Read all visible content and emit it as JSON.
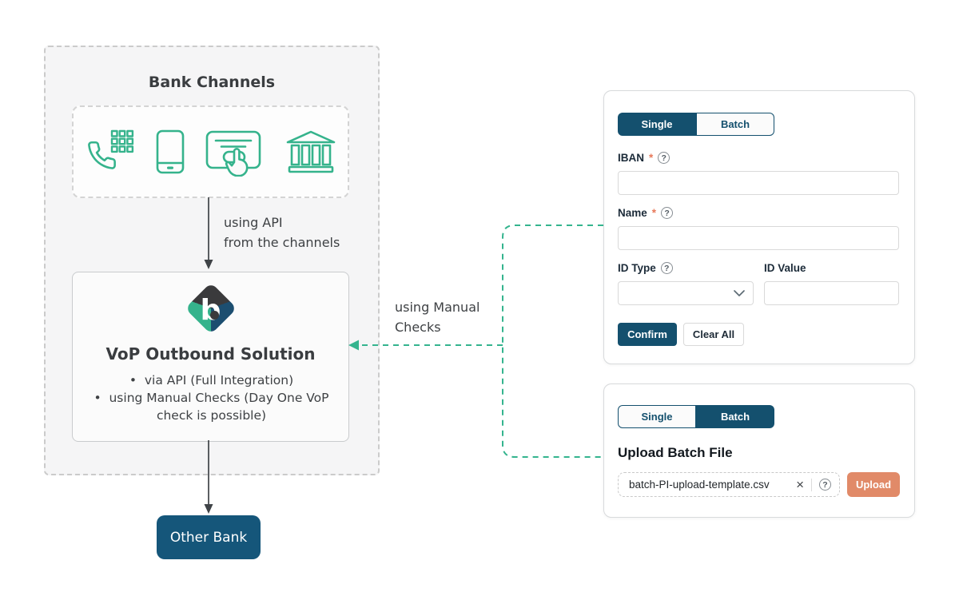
{
  "colors": {
    "navy": "#14506E",
    "green": "#35B38C",
    "coral": "#E18A68",
    "charcoal": "#3A3A3C",
    "asterisk": "#E8795A",
    "dark_text": "#3E4144"
  },
  "diagram": {
    "bank_channels_title": "Bank Channels",
    "channel_icons": [
      "phone-keypad",
      "mobile-phone",
      "card-tap",
      "bank-building"
    ],
    "api_label_line1": "using API",
    "api_label_line2": "from the channels",
    "vop": {
      "logo_letter": "b",
      "title": "VoP Outbound Solution",
      "bullet1": "via API (Full Integration)",
      "bullet2": "using Manual Checks (Day One VoP check is possible)"
    },
    "manual_label_line1": "using Manual",
    "manual_label_line2": "Checks",
    "other_bank": "Other Bank"
  },
  "single_panel": {
    "tab_single": "Single",
    "tab_batch": "Batch",
    "active_tab": "Single",
    "iban_label": "IBAN",
    "iban_value": "",
    "name_label": "Name",
    "name_value": "",
    "id_type_label": "ID Type",
    "id_type_value": "",
    "id_value_label": "ID Value",
    "id_value_value": "",
    "required_marker": "*",
    "confirm_label": "Confirm",
    "clear_all_label": "Clear All"
  },
  "batch_panel": {
    "tab_single": "Single",
    "tab_batch": "Batch",
    "active_tab": "Batch",
    "heading": "Upload Batch File",
    "file_name": "batch-PI-upload-template.csv",
    "upload_label": "Upload"
  },
  "icons": {
    "help": "?",
    "clear": "×"
  }
}
